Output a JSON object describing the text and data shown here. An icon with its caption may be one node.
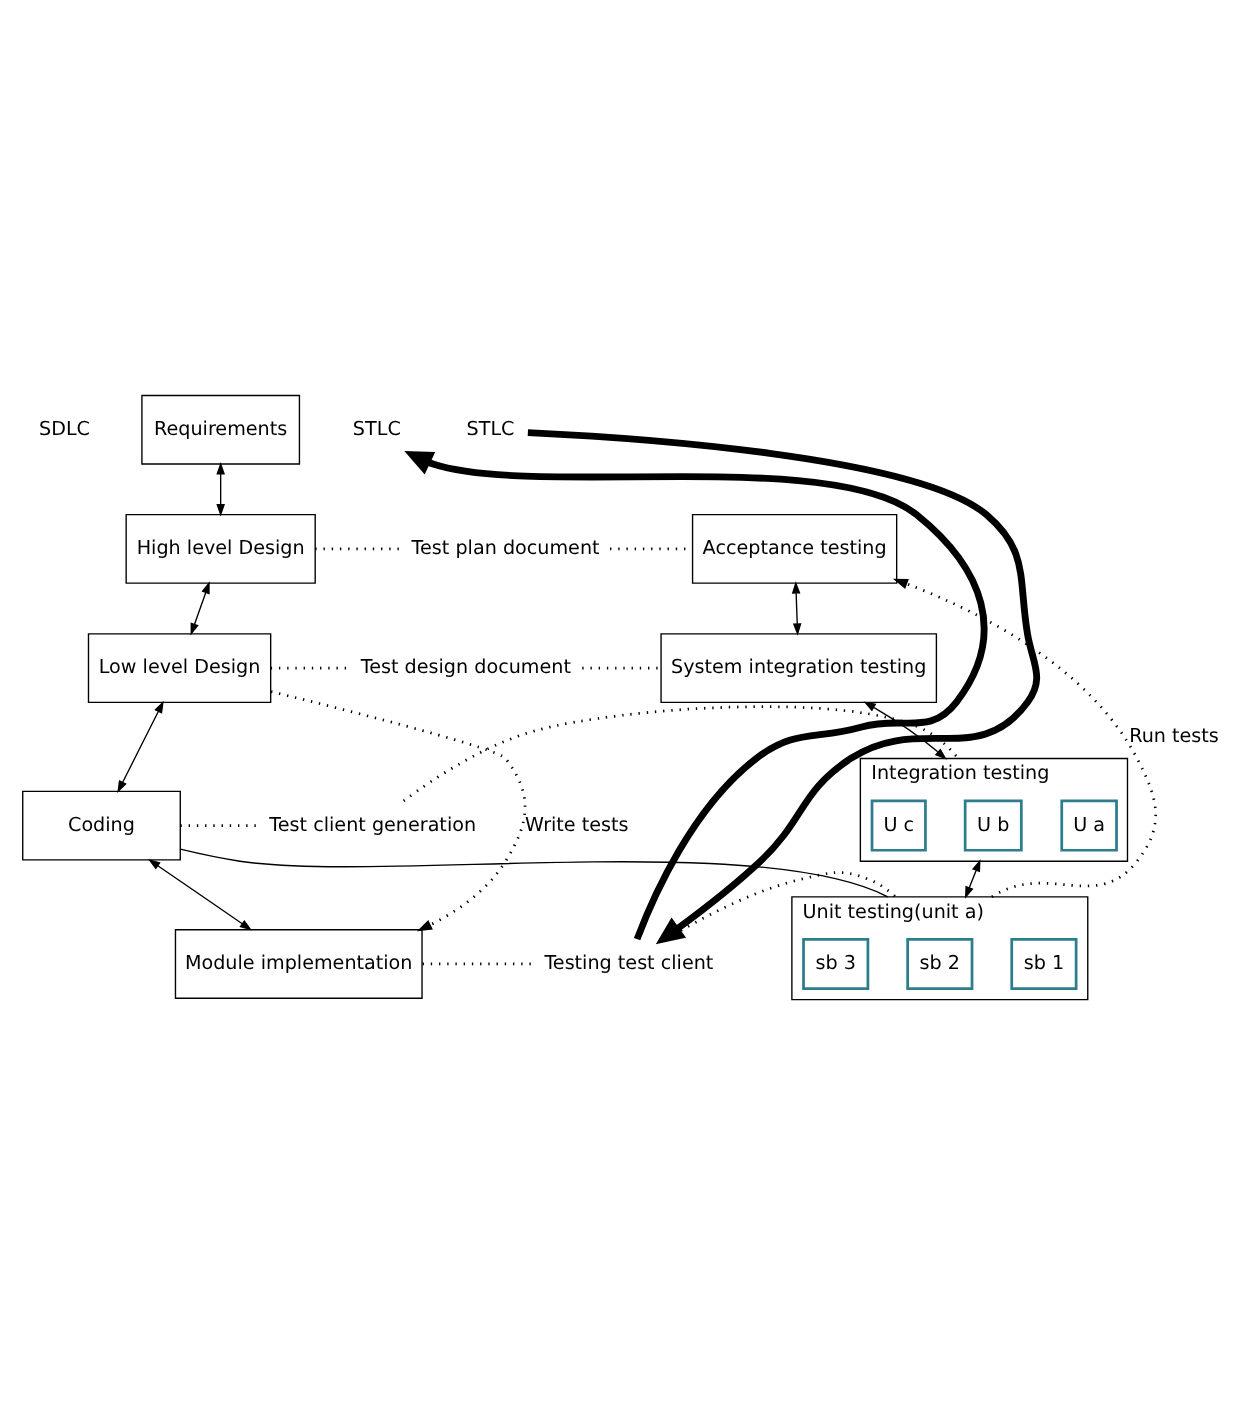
{
  "diagram": {
    "nodes": [
      {
        "text": [
          "Requirements"
        ]
      },
      {
        "text": [
          "High level Design"
        ]
      },
      {
        "text": [
          "Low level Design"
        ]
      },
      {
        "text": [
          "Coding"
        ]
      },
      {
        "text": [
          "Module implementation"
        ]
      },
      {
        "text": [
          "Test plan document"
        ]
      },
      {
        "text": [
          "Test design document"
        ]
      },
      {
        "text": [
          "Test client generation"
        ]
      },
      {
        "text": [
          "Testing test client"
        ]
      },
      {
        "text": [
          "Acceptance testing"
        ]
      },
      {
        "text": [
          "System integration testing"
        ]
      },
      {
        "text": [
          "Integration testing"
        ]
      },
      {
        "text": [
          "U a"
        ],
        "in": 11
      },
      {
        "text": [
          "U b"
        ],
        "in": 11
      },
      {
        "text": [
          "U c"
        ],
        "in": 11
      },
      {
        "text": [
          "Unit testing(unit a)"
        ]
      },
      {
        "text": [
          "sb 1"
        ],
        "in": 15
      },
      {
        "text": [
          "sb 2"
        ],
        "in": 15
      },
      {
        "text": [
          "sb 3"
        ],
        "in": 15
      },
      {
        "text": [
          "STLC"
        ]
      },
      {
        "text": [
          "STLC"
        ]
      }
    ],
    "edges": [
      {
        "from": 0,
        "to": 1,
        "arrow": "both"
      },
      {
        "from": 1,
        "to": 2,
        "arrow": "both"
      },
      {
        "from": 2,
        "to": 3,
        "arrow": "both"
      },
      {
        "from": 3,
        "to": 4,
        "arrow": "both"
      },
      {
        "from": 1,
        "to": 5,
        "arrow": "none",
        "style": "dashed"
      },
      {
        "from": 5,
        "to": 9,
        "arrow": "none",
        "style": "dashed"
      },
      {
        "from": 2,
        "to": 6,
        "arrow": "none",
        "style": "dashed"
      },
      {
        "from": 6,
        "to": 10,
        "arrow": "none",
        "style": "dashed"
      },
      {
        "from": 3,
        "to": 7,
        "arrow": "none",
        "style": "dashed"
      },
      {
        "from": 7,
        "to": 11,
        "arrow": "none",
        "style": "dashed"
      },
      {
        "from": 4,
        "to": 8,
        "arrow": "none",
        "style": "dashed"
      },
      {
        "from": 8,
        "to": 15,
        "arrow": "none",
        "style": "dashed"
      },
      {
        "from": 9,
        "to": 10,
        "arrow": "both"
      },
      {
        "from": 10,
        "to": 11,
        "arrow": "both"
      },
      {
        "from": 11,
        "to": 15,
        "arrow": "both"
      },
      {
        "from": 3,
        "to": 15,
        "arrow": "none"
      },
      {
        "from": 2,
        "to": 4,
        "arrow": "to",
        "style": "dashed",
        "label": "Write tests"
      },
      {
        "from": 15,
        "to": 9,
        "arrow": "to",
        "style": "dashed",
        "label": "Run tests"
      },
      {
        "from": 19,
        "to": 8,
        "arrow": "to",
        "style": "thick"
      },
      {
        "from": 8,
        "to": 20,
        "arrow": "to",
        "style": "thick"
      }
    ],
    "labels": [
      "SDLC"
    ]
  }
}
